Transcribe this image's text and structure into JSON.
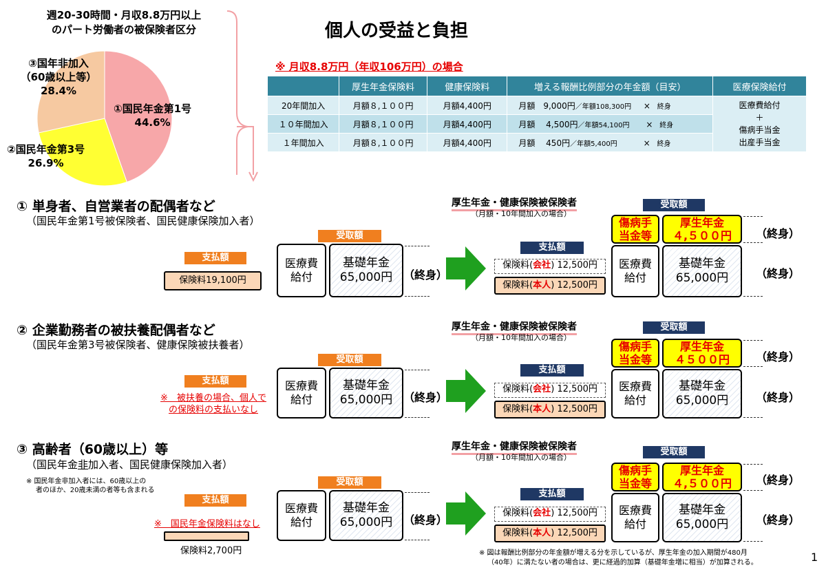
{
  "title": "個人の受益と負担",
  "page_number": "1",
  "pie": {
    "heading_line1": "週20-30時間・月収8.8万円以上",
    "heading_line2": "のパート労働者の被保険者区分",
    "slices": [
      {
        "label": "①国民年金第1号",
        "value": "44.6%",
        "pct": 44.6,
        "color": "#f7a7a9"
      },
      {
        "label": "②国民年金第3号",
        "value": "26.9%",
        "pct": 26.9,
        "color": "#ffff33"
      },
      {
        "label_line1": "③国年非加入",
        "label_line2": "（60歳以上等）",
        "value": "28.4%",
        "pct": 28.4,
        "color": "#f6c9a1"
      }
    ]
  },
  "case_title": "※ 月収8.8万円（年収106万円）の場合",
  "table": {
    "headers": [
      "",
      "厚生年金保険料",
      "健康保険料",
      "増える報酬比例部分の年金額（目安）",
      "医療保険給付"
    ],
    "rows": [
      {
        "period": "20年間加入",
        "kosei": "月額８,１００円",
        "kenko": "月額4,400円",
        "pension_a": "月額　9,000円",
        "pension_b": "／年額108,300円",
        "x": "×",
        "life": "終身"
      },
      {
        "period": "１０年間加入",
        "kosei": "月額８,１００円",
        "kenko": "月額4,400円",
        "pension_a": "月額　 4,500円",
        "pension_b": "／年額54,100円",
        "x": "×",
        "life": "終身"
      },
      {
        "period": "１年間加入",
        "kosei": "月額８,１００円",
        "kenko": "月額4,400円",
        "pension_a": "月額　 450円",
        "pension_b": "／年額5,400円",
        "x": "×",
        "life": "終身"
      }
    ],
    "medical_line1": "医療費給付",
    "medical_line2": "＋",
    "medical_line3": "傷病手当金",
    "medical_line4": "出産手当金"
  },
  "common": {
    "receive": "受取額",
    "pay": "支払額",
    "iryohi1": "医療費",
    "iryohi2": "給付",
    "kiso1": "基礎年金",
    "kiso2": "65,000円",
    "shushin": "（終身）",
    "right_title": "厚生年金・健康保険被保険者",
    "right_sub": "（月額・10年間加入の場合）",
    "shobyo1": "傷病手",
    "shobyo2": "当金等",
    "kosei1": "厚生年金",
    "kosei2": "４,５００円",
    "kosei2_b": "４５００円",
    "company_pre": "保険料(",
    "company": "会社",
    "company_post": ") 12,500円",
    "self_pre": "保険料(",
    "self": "本人",
    "self_post": ") 12,500円",
    "kiso2_right": "65,000円"
  },
  "sections": [
    {
      "heading": "① 単身者、自営業者の配偶者など",
      "sub": "（国民年金第1号被保険者、国民健康保険加入者）",
      "left_pay": "保険料19,100円"
    },
    {
      "heading": "② 企業勤務者の被扶養配偶者など",
      "sub": "（国民年金第3号被保険者、健康保険被扶養者）",
      "note_line1": "※　被扶養の場合、個人で",
      "note_line2": "の保険料の支払いなし"
    },
    {
      "heading": "③ 高齢者（60歳以上）等",
      "sub_pre": "（国民年金",
      "sub_u": "非",
      "sub_post": "加入者、国民健康保険加入者）",
      "small_note1": "※ 国民年金非加入者には、60歳以上の",
      "small_note2": "者のほか、20歳未満の者等も含まれる",
      "note": "※　国民年金保険料はなし",
      "left_pay": "保険料2,700円"
    }
  ],
  "footnote_line1": "※ 図は報酬比例部分の年金額が増える分を示しているが、厚生年金の加入期間が480月",
  "footnote_line2": "（40年）に満たない者の場合は、更に経過的加算（基礎年金増に相当）が加算される。"
}
